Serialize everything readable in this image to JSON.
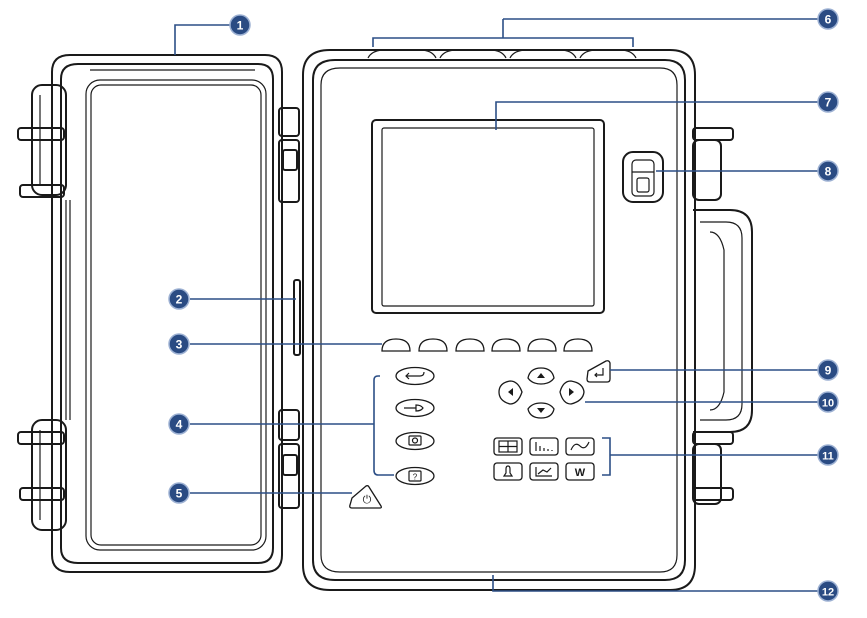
{
  "callouts": [
    {
      "id": 1,
      "label": "1"
    },
    {
      "id": 2,
      "label": "2"
    },
    {
      "id": 3,
      "label": "3"
    },
    {
      "id": 4,
      "label": "4"
    },
    {
      "id": 5,
      "label": "5"
    },
    {
      "id": 6,
      "label": "6"
    },
    {
      "id": 7,
      "label": "7"
    },
    {
      "id": 8,
      "label": "8"
    },
    {
      "id": 9,
      "label": "9"
    },
    {
      "id": 10,
      "label": "10"
    },
    {
      "id": 11,
      "label": "11"
    },
    {
      "id": 12,
      "label": "12"
    }
  ],
  "keypad": {
    "power_symbol": "⏻",
    "mode_key_w": "W"
  },
  "colors": {
    "badge_fill": "#2a4b83",
    "leader_line": "#2c4f86",
    "outline": "#1a1a1a"
  }
}
